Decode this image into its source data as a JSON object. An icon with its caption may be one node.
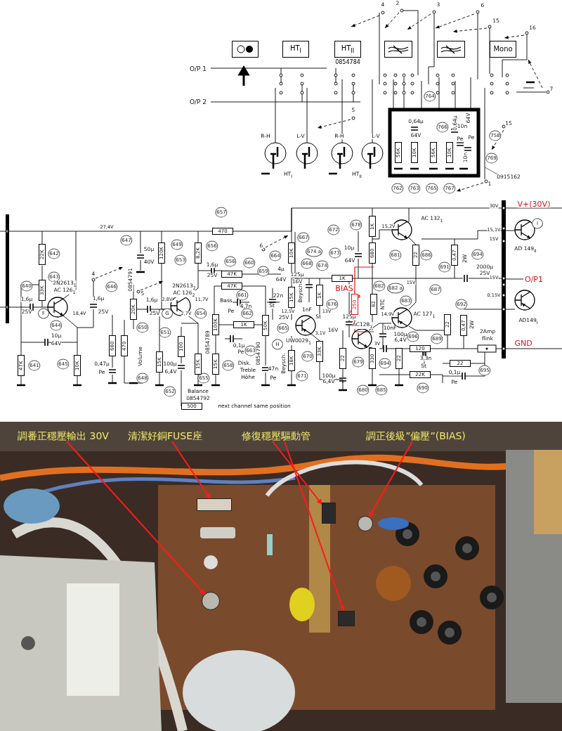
{
  "diagram": {
    "nodes": [
      {
        "text": [],
        "shape": "box"
      },
      {
        "text": [
          "HT$_{I}$"
        ]
      },
      {
        "text": [
          "HT$_{II}$"
        ],
        "beside": [
          "0854784"
        ]
      },
      {
        "text": [],
        "shape": "box"
      },
      {
        "text": [],
        "shape": "box"
      },
      {
        "text": [
          "Mono"
        ]
      },
      {
        "text": [
          "調番正穩壓輸出 30V"
        ]
      },
      {
        "text": [
          "清潔好銅FUSE座"
        ]
      },
      {
        "text": [
          "修復穩壓驅動管"
        ]
      },
      {
        "text": [
          "調正後級”偏壓”(BIAS)"
        ]
      },
      {
        "text": [],
        "shape": "circle"
      },
      {
        "text": [],
        "shape": "box"
      },
      {
        "text": [],
        "shape": "box"
      },
      {
        "text": [],
        "shape": "box"
      },
      {
        "text": [],
        "shape": "circle"
      }
    ],
    "edges": [
      {
        "from": 6,
        "to": 10,
        "arrow": "to"
      },
      {
        "from": 7,
        "to": 11,
        "arrow": "to"
      },
      {
        "from": 8,
        "to": 12,
        "arrow": "to"
      },
      {
        "from": 8,
        "to": 13,
        "arrow": "to"
      },
      {
        "from": 9,
        "to": 14,
        "arrow": "to"
      }
    ],
    "labels": [
      "4",
      "2",
      "3",
      "6",
      "15",
      "16",
      "O/P 1",
      "O/P 2",
      "0,64µ",
      "64V",
      "0,64µ",
      "64V",
      "10n",
      "Pe",
      "Pe",
      "10n",
      "5",
      "15",
      "7",
      "R-H",
      "L-V",
      "R-H",
      "L-V",
      "HT$_{I}$",
      "HT$_{II}$",
      "764",
      "766",
      "758",
      "769",
      "0915162",
      "762",
      "763",
      "765",
      "767",
      "1",
      "657",
      "V+(30V)",
      "30V",
      "AC 132$_{1}$",
      "15,2V",
      "678",
      "I",
      "15,1V",
      "27,4V",
      "672",
      "667",
      "15V",
      "647",
      "649",
      "656",
      "6",
      "50µ",
      "10µ",
      "AD 149$_{II}$",
      "674 a",
      "673",
      "642",
      "681",
      "686",
      "694",
      "664",
      "653",
      "656",
      "660",
      "40V",
      "64V",
      "668",
      "674",
      "1,6µ",
      "691",
      "659",
      "4µ",
      "2000µ",
      "25V",
      "25V",
      "125µ",
      "643",
      "O/P1",
      "15V",
      "0854791",
      "4",
      "16V",
      "64V",
      "15V",
      "2N2613$_{1}$",
      "640",
      "2N2613$_{2}$",
      "646",
      "BIAS",
      "682",
      "682 a",
      "687",
      "5",
      "AC 126$_{1}$",
      "AC 126$_{2}$",
      "Beysch",
      "0,15V",
      "661",
      "22n",
      "1,6µ",
      "1,6µ",
      "1,6µ",
      "2,8V",
      "11,7V",
      "Bass",
      "683",
      "692",
      "St",
      "NTC",
      "676",
      "4,7n",
      "1nF",
      "18,4V",
      "25V",
      "25V",
      "25V",
      "F",
      "G",
      "2,7V",
      "Pe",
      "662",
      "654",
      "13V",
      "12,5V",
      "14,9V",
      "AC 127$_{1}$",
      "St",
      "25V",
      "125µ",
      "AD149$_{I}$",
      "2W",
      "2W",
      "AC128$_{1}$",
      "644",
      "650",
      "665",
      "10nF",
      "16V",
      "2Amp",
      "651",
      "3,1V",
      "100µ",
      "696",
      "10µ",
      "0,1µ",
      "UW0029$_{1}$",
      "6,4V",
      "689",
      "flink",
      "GND",
      "0854789",
      "64V",
      "3V",
      "H",
      "Pe",
      "663",
      "0854790",
      "Volume",
      "670",
      "3,3n",
      "Disk.",
      "0,47µ",
      "641",
      "645",
      "100µ",
      "658",
      "679",
      "694",
      "Beysch.",
      "St",
      "47n",
      "Treble",
      "695",
      "6,4V",
      "Pe",
      "0,1µ",
      "671",
      "100µ",
      "655",
      "Höhe",
      "648",
      "Pe",
      "6,4V",
      "Pe",
      "690",
      "680",
      "685",
      "Balance",
      "652",
      "0854792",
      "next channel same position",
      "56K",
      "10K",
      "56K",
      "10K",
      "22K",
      "33K",
      "47K",
      "10K",
      "20K",
      "680",
      "470",
      "120K",
      "15K",
      "100",
      "8,2K",
      "15K",
      "470",
      "47K",
      "47K",
      "100K",
      "1K",
      "15K",
      "50K",
      "500",
      "10K",
      "15K",
      "18K",
      "1K",
      "1K",
      "1K",
      "680",
      "82",
      "250",
      "22",
      "0,47",
      "33K",
      "22",
      "330",
      "22",
      "120",
      "22K",
      "22",
      "0,47",
      "22"
    ]
  }
}
